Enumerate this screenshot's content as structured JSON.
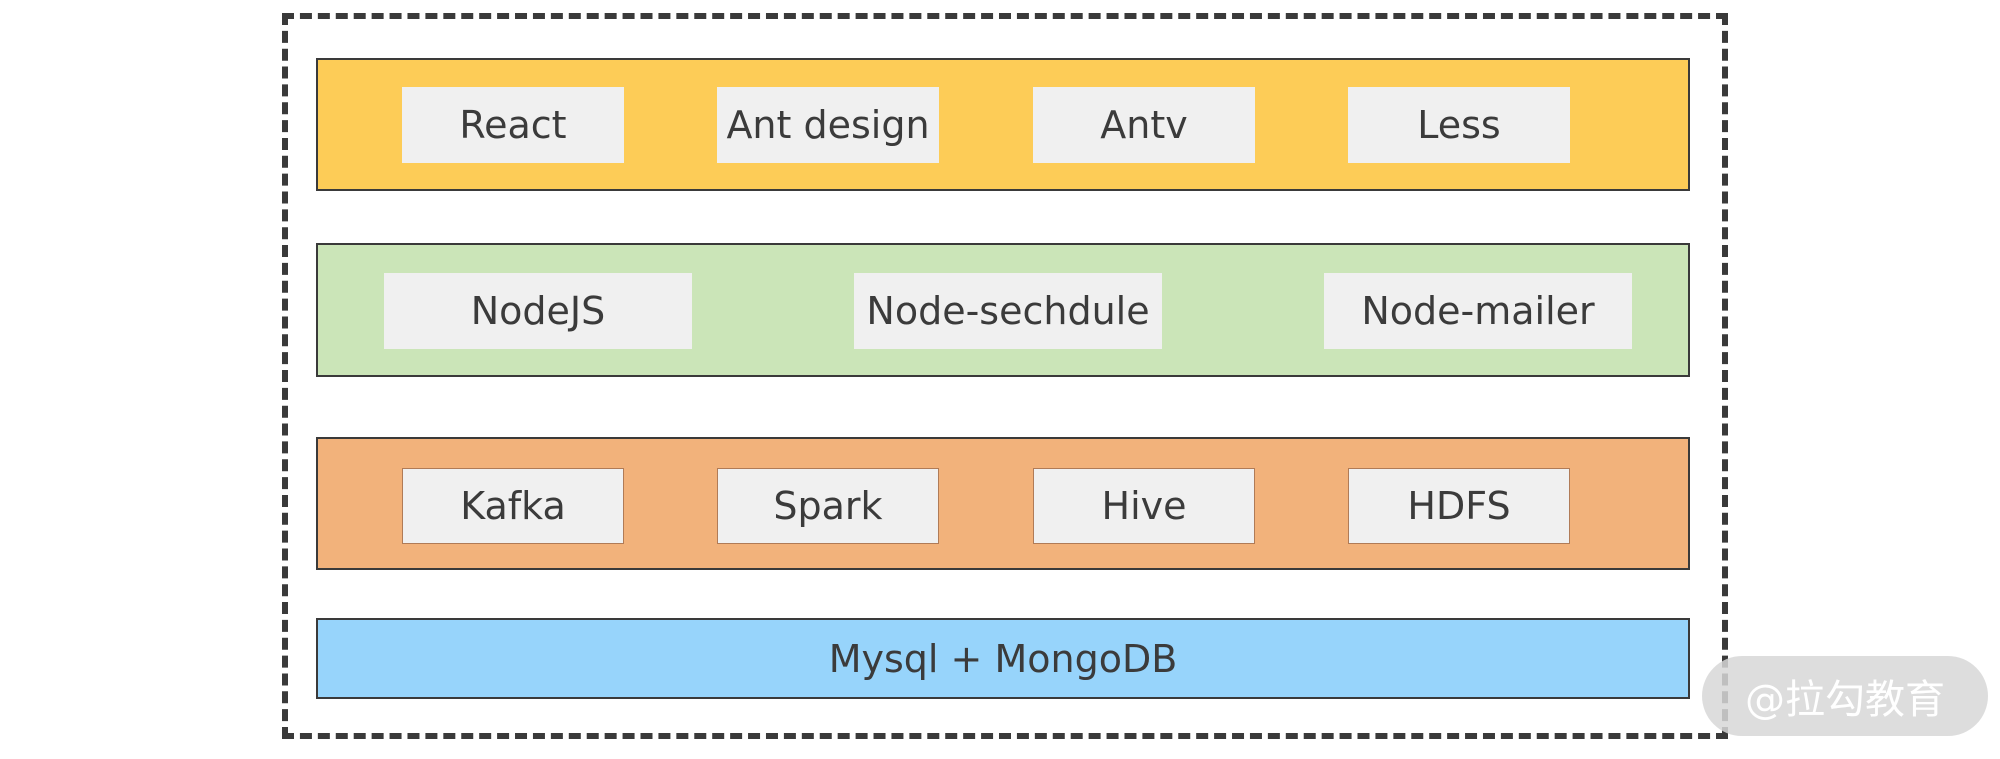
{
  "frontend": {
    "items": [
      "React",
      "Ant design",
      "Antv",
      "Less"
    ]
  },
  "server": {
    "items": [
      "NodeJS",
      "Node-sechdule",
      "Node-mailer"
    ]
  },
  "bigdata": {
    "items": [
      "Kafka",
      "Spark",
      "Hive",
      "HDFS"
    ]
  },
  "storage": {
    "label": "Mysql + MongoDB"
  },
  "watermark": {
    "text": "@拉勾教育"
  },
  "colors": {
    "frontend_layer": "#fdcc57",
    "server_layer": "#cbe5b8",
    "bigdata_layer": "#f2b27b",
    "storage_layer": "#97d4fb",
    "box": "#f0f0f0",
    "border": "#3a3a3a"
  }
}
